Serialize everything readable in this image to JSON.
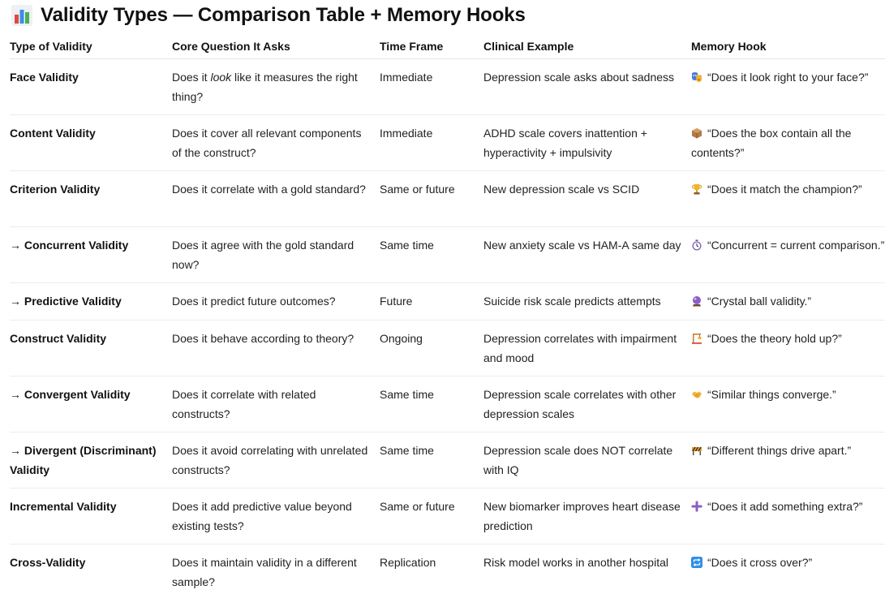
{
  "page": {
    "title": "Validity Types — Comparison Table + Memory Hooks",
    "title_icon": "bar-chart-icon"
  },
  "table": {
    "headers": [
      "Type of Validity",
      "Core Question It Asks",
      "Time Frame",
      "Clinical Example",
      "Memory Hook"
    ],
    "rows": [
      {
        "type": "Face Validity",
        "question_before": "Does it ",
        "question_emphasis": "look",
        "question_after": " like it measures the right thing?",
        "time_frame": "Immediate",
        "example": "Depression scale asks about sadness",
        "hook_icon": "theater-masks-icon",
        "hook": "“Does it look right to your face?”"
      },
      {
        "type": "Content Validity",
        "question": "Does it cover all relevant components of the construct?",
        "time_frame": "Immediate",
        "example": "ADHD scale covers inattention + hyperactivity + impulsivity",
        "hook_icon": "box-icon",
        "hook": "“Does the box contain all the contents?”"
      },
      {
        "type": "Criterion Validity",
        "question": "Does it correlate with a gold standard?",
        "time_frame": "Same or future",
        "example": "New depression scale vs SCID",
        "hook_icon": "trophy-icon",
        "hook": "“Does it match the champion?”"
      },
      {
        "type": "→ Concurrent Validity",
        "question": "Does it agree with the gold standard now?",
        "time_frame": "Same time",
        "example": "New anxiety scale vs HAM-A same day",
        "hook_icon": "stopwatch-icon",
        "hook": "“Concurrent = current comparison.”"
      },
      {
        "type": "→ Predictive Validity",
        "question": "Does it predict future outcomes?",
        "time_frame": "Future",
        "example": "Suicide risk scale predicts attempts",
        "hook_icon": "crystal-ball-icon",
        "hook": "“Crystal ball validity.”"
      },
      {
        "type": "Construct Validity",
        "question": "Does it behave according to theory?",
        "time_frame": "Ongoing",
        "example": "Depression correlates with impairment and mood",
        "hook_icon": "construction-icon",
        "hook": "“Does the theory hold up?”"
      },
      {
        "type": "→ Convergent Validity",
        "question": "Does it correlate with related constructs?",
        "time_frame": "Same time",
        "example": "Depression scale correlates with other depression scales",
        "hook_icon": "handshake-icon",
        "hook": "“Similar things converge.”"
      },
      {
        "type": "→ Divergent (Discriminant) Validity",
        "question": "Does it avoid correlating with unrelated constructs?",
        "time_frame": "Same time",
        "example": "Depression scale does NOT correlate with IQ",
        "hook_icon": "barrier-icon",
        "hook": "“Different things drive apart.”"
      },
      {
        "type": "Incremental Validity",
        "question": "Does it add predictive value beyond existing tests?",
        "time_frame": "Same or future",
        "example": "New biomarker improves heart disease prediction",
        "hook_icon": "plus-icon",
        "hook": "“Does it add something extra?”"
      },
      {
        "type": "Cross-Validity",
        "question": "Does it maintain validity in a different sample?",
        "time_frame": "Replication",
        "example": "Risk model works in another hospital",
        "hook_icon": "repeat-icon",
        "hook": "“Does it cross over?”"
      }
    ]
  }
}
